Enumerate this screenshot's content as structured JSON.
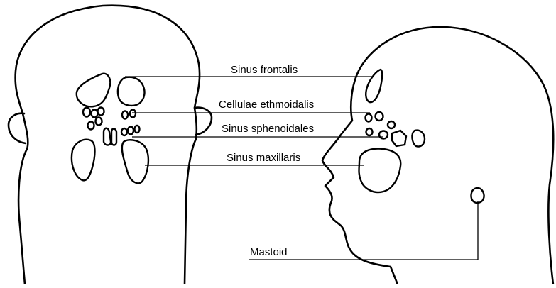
{
  "labels": {
    "sinus_frontalis": "Sinus frontalis",
    "cellulae_ethmoidalis": "Cellulae ethmoidalis",
    "sinus_sphenoidales": "Sinus sphenoidales",
    "sinus_maxillaris": "Sinus maxillaris",
    "mastoid": "Mastoid"
  }
}
